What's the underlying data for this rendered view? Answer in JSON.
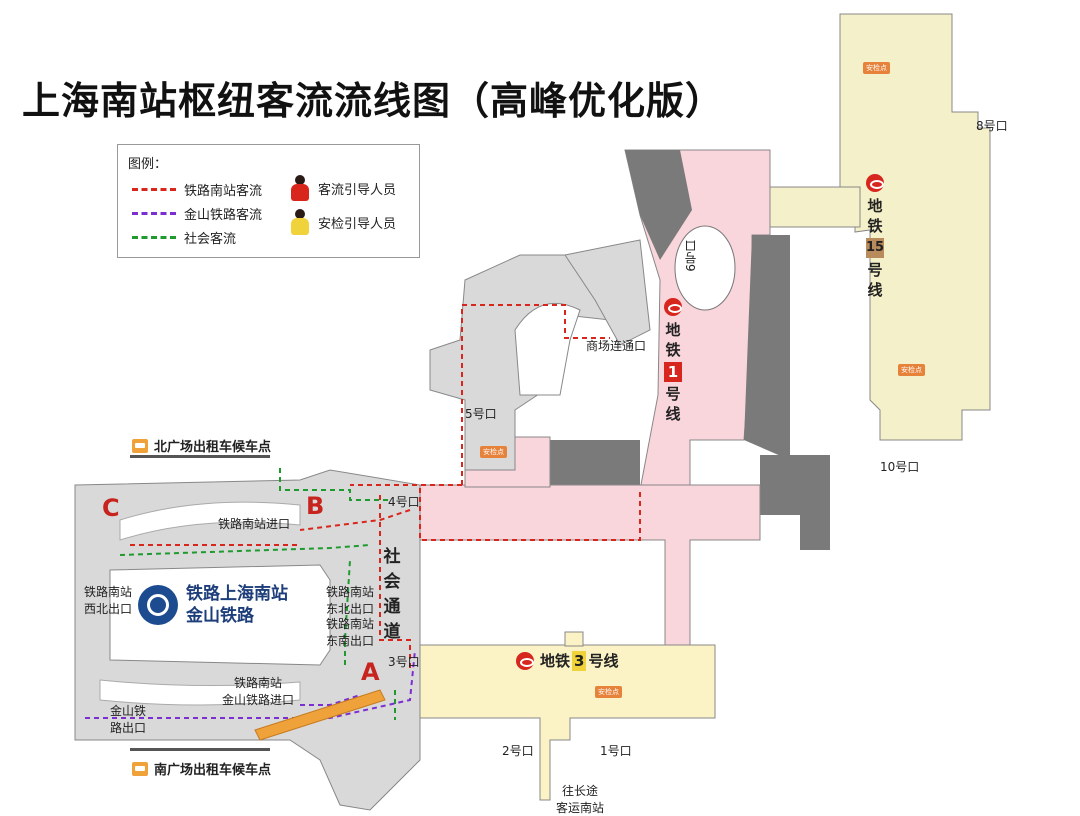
{
  "title": "上海南站枢纽客流流线图（高峰优化版）",
  "legend": {
    "title": "图例：",
    "items": [
      {
        "label": "铁路南站客流",
        "color": "#d9261c"
      },
      {
        "label": "金山铁路客流",
        "color": "#7b2fd1"
      },
      {
        "label": "社会客流",
        "color": "#1f9a2f"
      }
    ],
    "staff": [
      {
        "label": "客流引导人员",
        "color": "#d9261c"
      },
      {
        "label": "安检引导人员",
        "color": "#f0d23a"
      }
    ]
  },
  "areas": {
    "c": "C",
    "b": "B",
    "a": "A",
    "social_channel": [
      "社",
      "会",
      "通",
      "道"
    ]
  },
  "labels": {
    "north_taxi": "北广场出租车候车点",
    "south_taxi": "南广场出租车候车点",
    "rail_name_1": "铁路上海南站",
    "rail_name_2": "金山铁路",
    "rail_south_entry": "铁路南站进口",
    "rail_nw_exit_1": "铁路南站",
    "rail_nw_exit_2": "西北出口",
    "rail_ne_exit_1": "铁路南站",
    "rail_ne_exit_2": "东北出口",
    "rail_se_exit_1": "铁路南站",
    "rail_se_exit_2": "东南出口",
    "jinshan_entry_1": "铁路南站",
    "jinshan_entry_2": "金山铁路进口",
    "jinshan_exit_1": "金山铁",
    "jinshan_exit_2": "路出口",
    "mall_exit": "商场连通口",
    "exit1": "1号口",
    "exit2": "2号口",
    "exit3": "3号口",
    "exit4": "4号口",
    "exit5": "5号口",
    "exit6": "6号口",
    "exit8": "8号口",
    "exit10": "10号口",
    "coach_1": "往长途",
    "coach_2": "客运南站",
    "security": "安检点"
  },
  "metro": {
    "line1": {
      "chars": [
        "地",
        "铁"
      ],
      "num": "1",
      "tail": [
        "号",
        "线"
      ]
    },
    "line15": {
      "chars": [
        "地",
        "铁"
      ],
      "num": "15",
      "tail": [
        "号",
        "线"
      ]
    },
    "line3": {
      "prefix": "地铁",
      "num": "3",
      "suffix": "号线"
    }
  },
  "colors": {
    "line1_bg": "#f9d5dc",
    "line15_bg": "#f4f0c9",
    "line3_bg": "#fbf2c5",
    "concourse": "#d9d9d9",
    "dark_block": "#7a7a7a"
  }
}
